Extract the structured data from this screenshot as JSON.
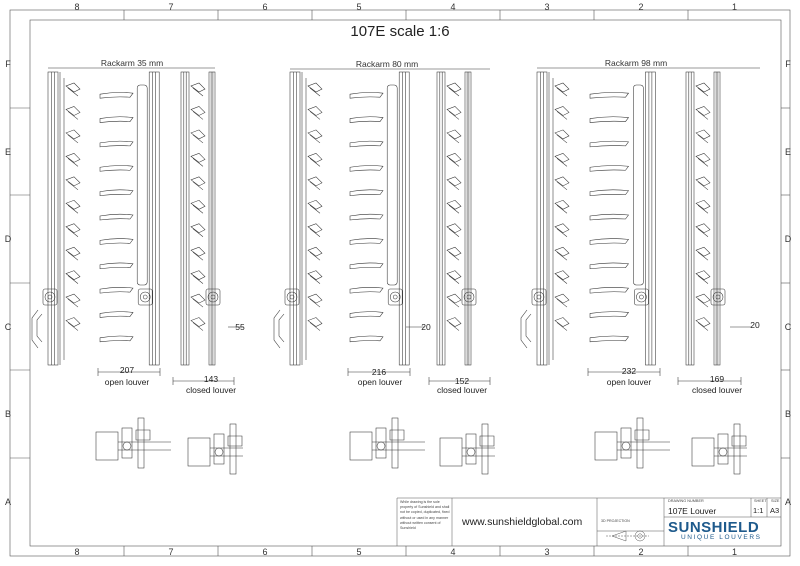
{
  "drawing": {
    "title": "107E scale 1:6",
    "zones_x": [
      "8",
      "7",
      "6",
      "5",
      "4",
      "3",
      "2",
      "1"
    ],
    "zones_y": [
      "F",
      "E",
      "D",
      "C",
      "B",
      "A"
    ],
    "views": [
      {
        "rackarm": "Rackarm 35 mm",
        "open_width": "207",
        "open_label": "open louver",
        "closed_width": "143",
        "closed_label": "closed louver",
        "offset": "55"
      },
      {
        "rackarm": "Rackarm 80 mm",
        "open_width": "216",
        "open_label": "open louver",
        "closed_width": "152",
        "closed_label": "closed louver",
        "offset": "20"
      },
      {
        "rackarm": "Rackarm 98 mm",
        "open_width": "232",
        "open_label": "open louver",
        "closed_width": "169",
        "closed_label": "closed louver",
        "offset": "20"
      }
    ]
  },
  "title_block": {
    "notice": "While drawing is the sole property of Sunshield and shall not be copied, duplicated, fixed without or used in any manner without written consent of Sunshield",
    "website": "www.sunshieldglobal.com",
    "projection_label": "3D PROJECTION",
    "drawing_number_label": "DRAWING NUMBER",
    "drawing_number": "107E Louver",
    "sheet_label": "SHEET",
    "size_label": "SIZE",
    "scale": "1:1",
    "size": "A3",
    "brand": "SUNSHIELD",
    "tagline": "UNIQUE LOUVERS",
    "brand_color": "#1e5a8c"
  }
}
